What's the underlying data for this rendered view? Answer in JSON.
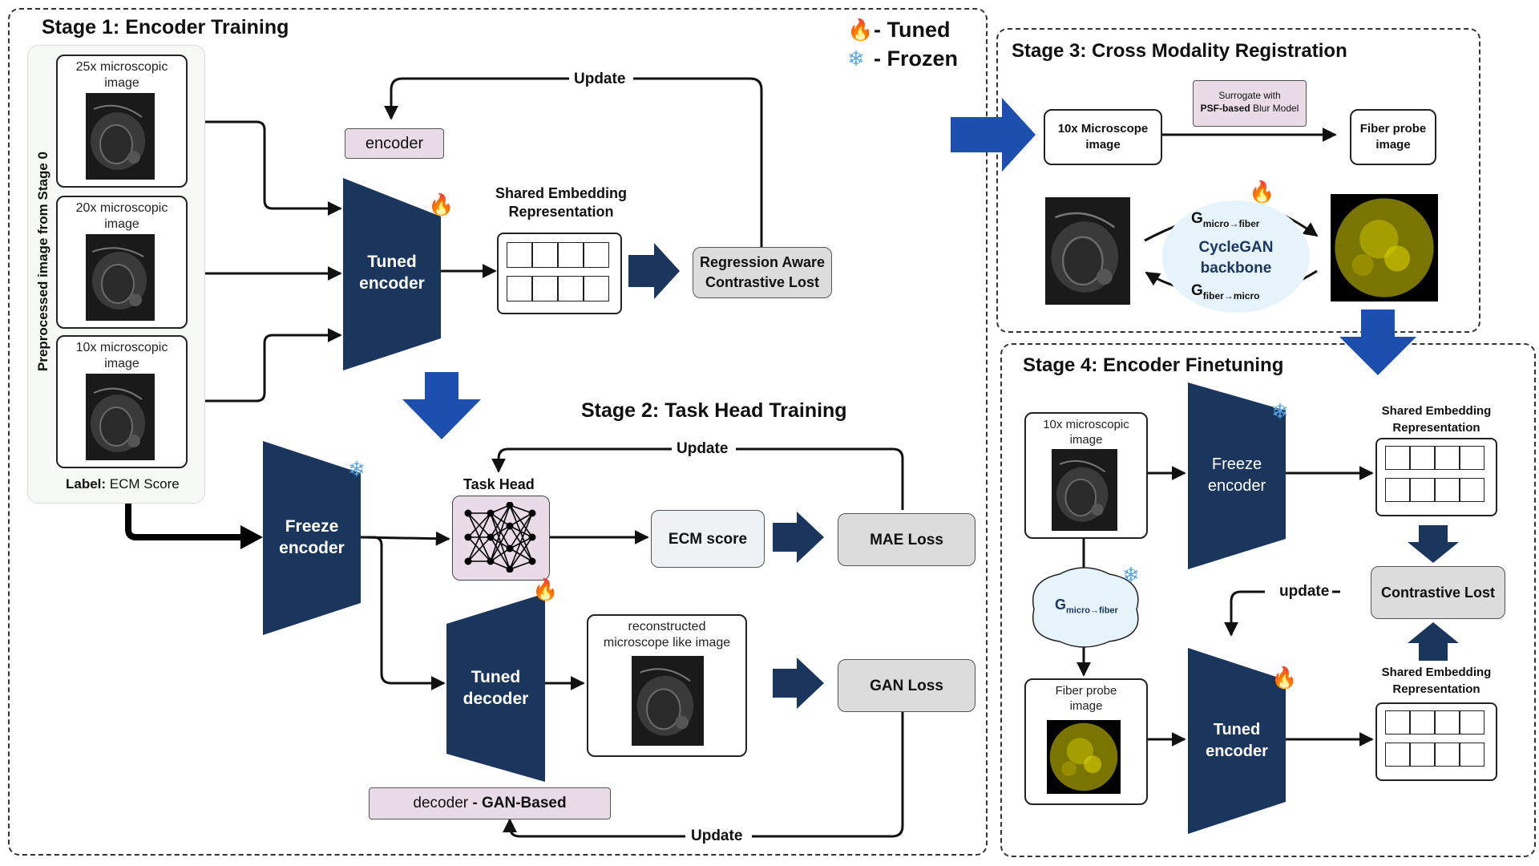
{
  "legend": {
    "tuned_label": "- Tuned",
    "frozen_label": "- Frozen"
  },
  "stage1": {
    "title": "Stage 1: Encoder Training",
    "side_label": "Preprocessed image from Stage 0",
    "images": [
      {
        "caption": "25x microscopic image"
      },
      {
        "caption": "20x microscopic image"
      },
      {
        "caption": "10x microscopic image"
      }
    ],
    "label_prefix": "Label:",
    "label_value": " ECM Score",
    "update_label": "Update",
    "encoder_tag": "encoder",
    "encoder_line1": "Tuned",
    "encoder_line2": "encoder",
    "embedding_line1": "Shared Embedding",
    "embedding_line2": "Representation",
    "loss_line1": "Regression Aware",
    "loss_line2": "Contrastive Lost"
  },
  "stage2": {
    "title": "Stage 2: Task Head Training",
    "freeze_line1": "Freeze",
    "freeze_line2": "encoder",
    "task_head_label": "Task Head",
    "update_top": "Update",
    "ecm_score": "ECM score",
    "mae_loss": "MAE Loss",
    "decoder_line1": "Tuned",
    "decoder_line2": "decoder",
    "recon_line1": "reconstructed",
    "recon_line2": "microscope like image",
    "gan_loss": "GAN Loss",
    "decoder_tag_prefix": "decoder ",
    "decoder_tag_bold": "- GAN-Based",
    "update_bottom": "Update"
  },
  "stage3": {
    "title": "Stage 3: Cross Modality Registration",
    "micro_line1": "10x Microscope",
    "micro_line2": "image",
    "surrogate_line1": "Surrogate with",
    "surrogate_bold": "PSF-based",
    "surrogate_rest": " Blur Model",
    "fiber_line1": "Fiber probe",
    "fiber_line2": "image",
    "g_top_main": "G",
    "g_top_sub": "micro→fiber",
    "cyclegan_line1": "CycleGAN",
    "cyclegan_line2": "backbone",
    "g_bottom_main": "G",
    "g_bottom_sub": "fiber→micro"
  },
  "stage4": {
    "title": "Stage 4: Encoder Finetuning",
    "micro_caption": "10x microscopic image",
    "fiber_caption": "Fiber probe image",
    "g_main": "G",
    "g_sub": "micro→fiber",
    "freeze_line1": "Freeze",
    "freeze_line2": "encoder",
    "tuned_line1": "Tuned",
    "tuned_line2": "encoder",
    "embed_top_line1": "Shared Embedding",
    "embed_top_line2": "Representation",
    "embed_bottom_line1": "Shared Embedding",
    "embed_bottom_line2": "Representation",
    "contrastive": "Contrastive Lost",
    "update_label": "update"
  },
  "colors": {
    "navy": "#1b365d",
    "blue_arrow": "#1d4fae",
    "pink": "#eadbe8",
    "loss_gray": "#dcdcdc",
    "fiber_yellow": "#d8d000"
  },
  "icons": {
    "tuned": "fire-icon",
    "frozen": "snowflake-icon",
    "network": "neural-network-icon"
  }
}
